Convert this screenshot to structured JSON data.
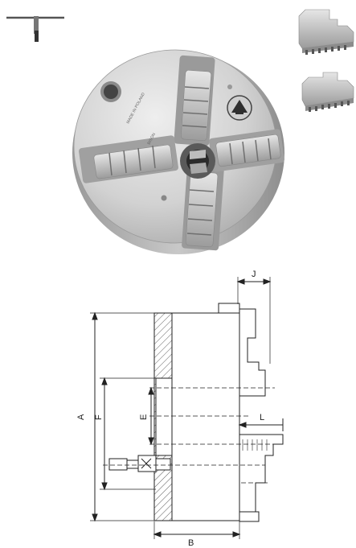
{
  "dimensions": {
    "a": "A",
    "f": "F",
    "e": "E",
    "j": "J",
    "l": "L",
    "b": "B"
  },
  "engraving": {
    "line1": "MADE IN POLAND",
    "line2": "BISON"
  },
  "icons": {
    "tool": "chuck-key-icon",
    "logo": "bison-logo-icon",
    "jaw_top": "hard-jaw-icon",
    "jaw_bottom": "soft-jaw-icon"
  },
  "colors": {
    "metal_light": "#dcdcdc",
    "metal_mid": "#b5b5b5",
    "metal_dark": "#7a7a7a",
    "line": "#222222"
  }
}
